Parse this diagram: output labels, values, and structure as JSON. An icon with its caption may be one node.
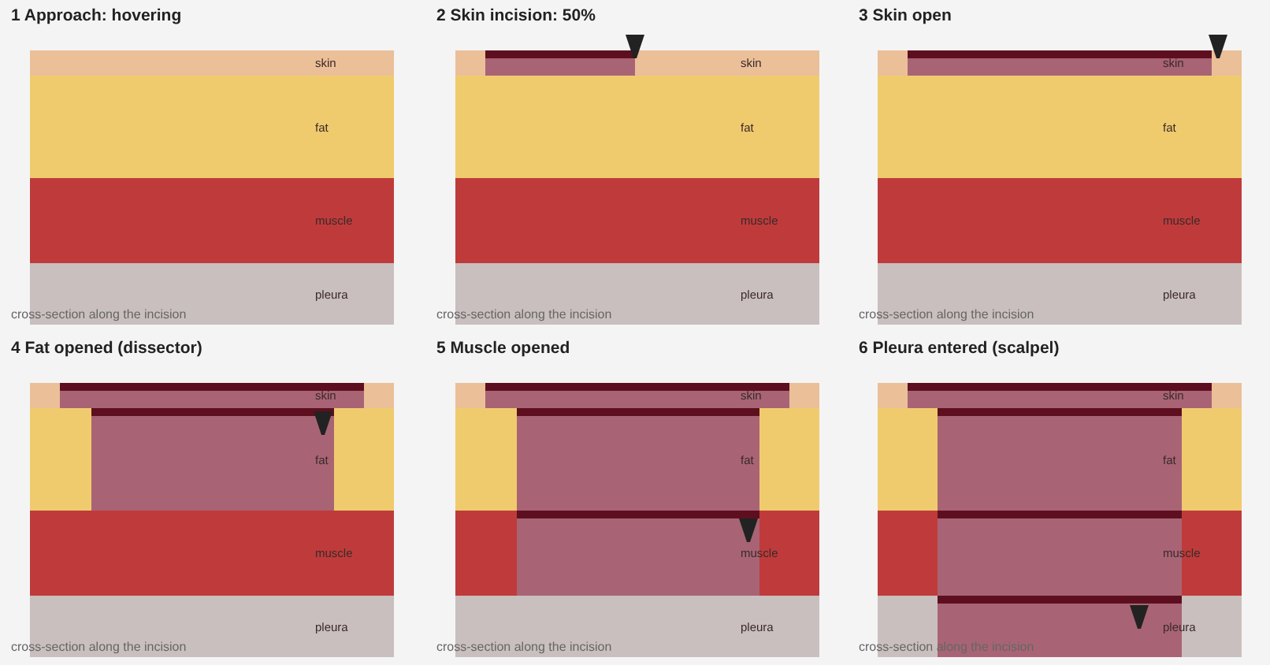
{
  "diagram": {
    "nodes": [
      {
        "text": [
          "skin"
        ]
      },
      {
        "text": [
          "fat"
        ]
      },
      {
        "text": [
          "muscle"
        ]
      },
      {
        "text": [
          "pleura"
        ]
      },
      {
        "text": [
          "skin"
        ]
      },
      {
        "text": [
          "fat"
        ]
      },
      {
        "text": [
          "muscle"
        ]
      },
      {
        "text": [
          "pleura"
        ]
      },
      {
        "text": [
          "skin"
        ]
      },
      {
        "text": [
          "fat"
        ]
      },
      {
        "text": [
          "muscle"
        ]
      },
      {
        "text": [
          "pleura"
        ]
      },
      {
        "text": [
          "skin"
        ]
      },
      {
        "text": [
          "fat"
        ]
      },
      {
        "text": [
          "muscle"
        ]
      },
      {
        "text": [
          "pleura"
        ]
      },
      {
        "text": [
          "skin"
        ]
      },
      {
        "text": [
          "fat"
        ]
      },
      {
        "text": [
          "muscle"
        ]
      },
      {
        "text": [
          "pleura"
        ]
      },
      {
        "text": [
          "skin"
        ]
      },
      {
        "text": [
          "fat"
        ]
      },
      {
        "text": [
          "muscle"
        ]
      },
      {
        "text": [
          "pleura"
        ]
      }
    ],
    "labels": [
      "1 Approach: hovering",
      "cross-section along the incision",
      "2 Skin incision: 50%",
      "cross-section along the incision",
      "3 Skin open",
      "cross-section along the incision",
      "4 Fat opened (dissector)",
      "cross-section along the incision",
      "5 Muscle opened",
      "cross-section along the incision",
      "6 Pleura entered (scalpel)",
      "cross-section along the incision"
    ]
  }
}
